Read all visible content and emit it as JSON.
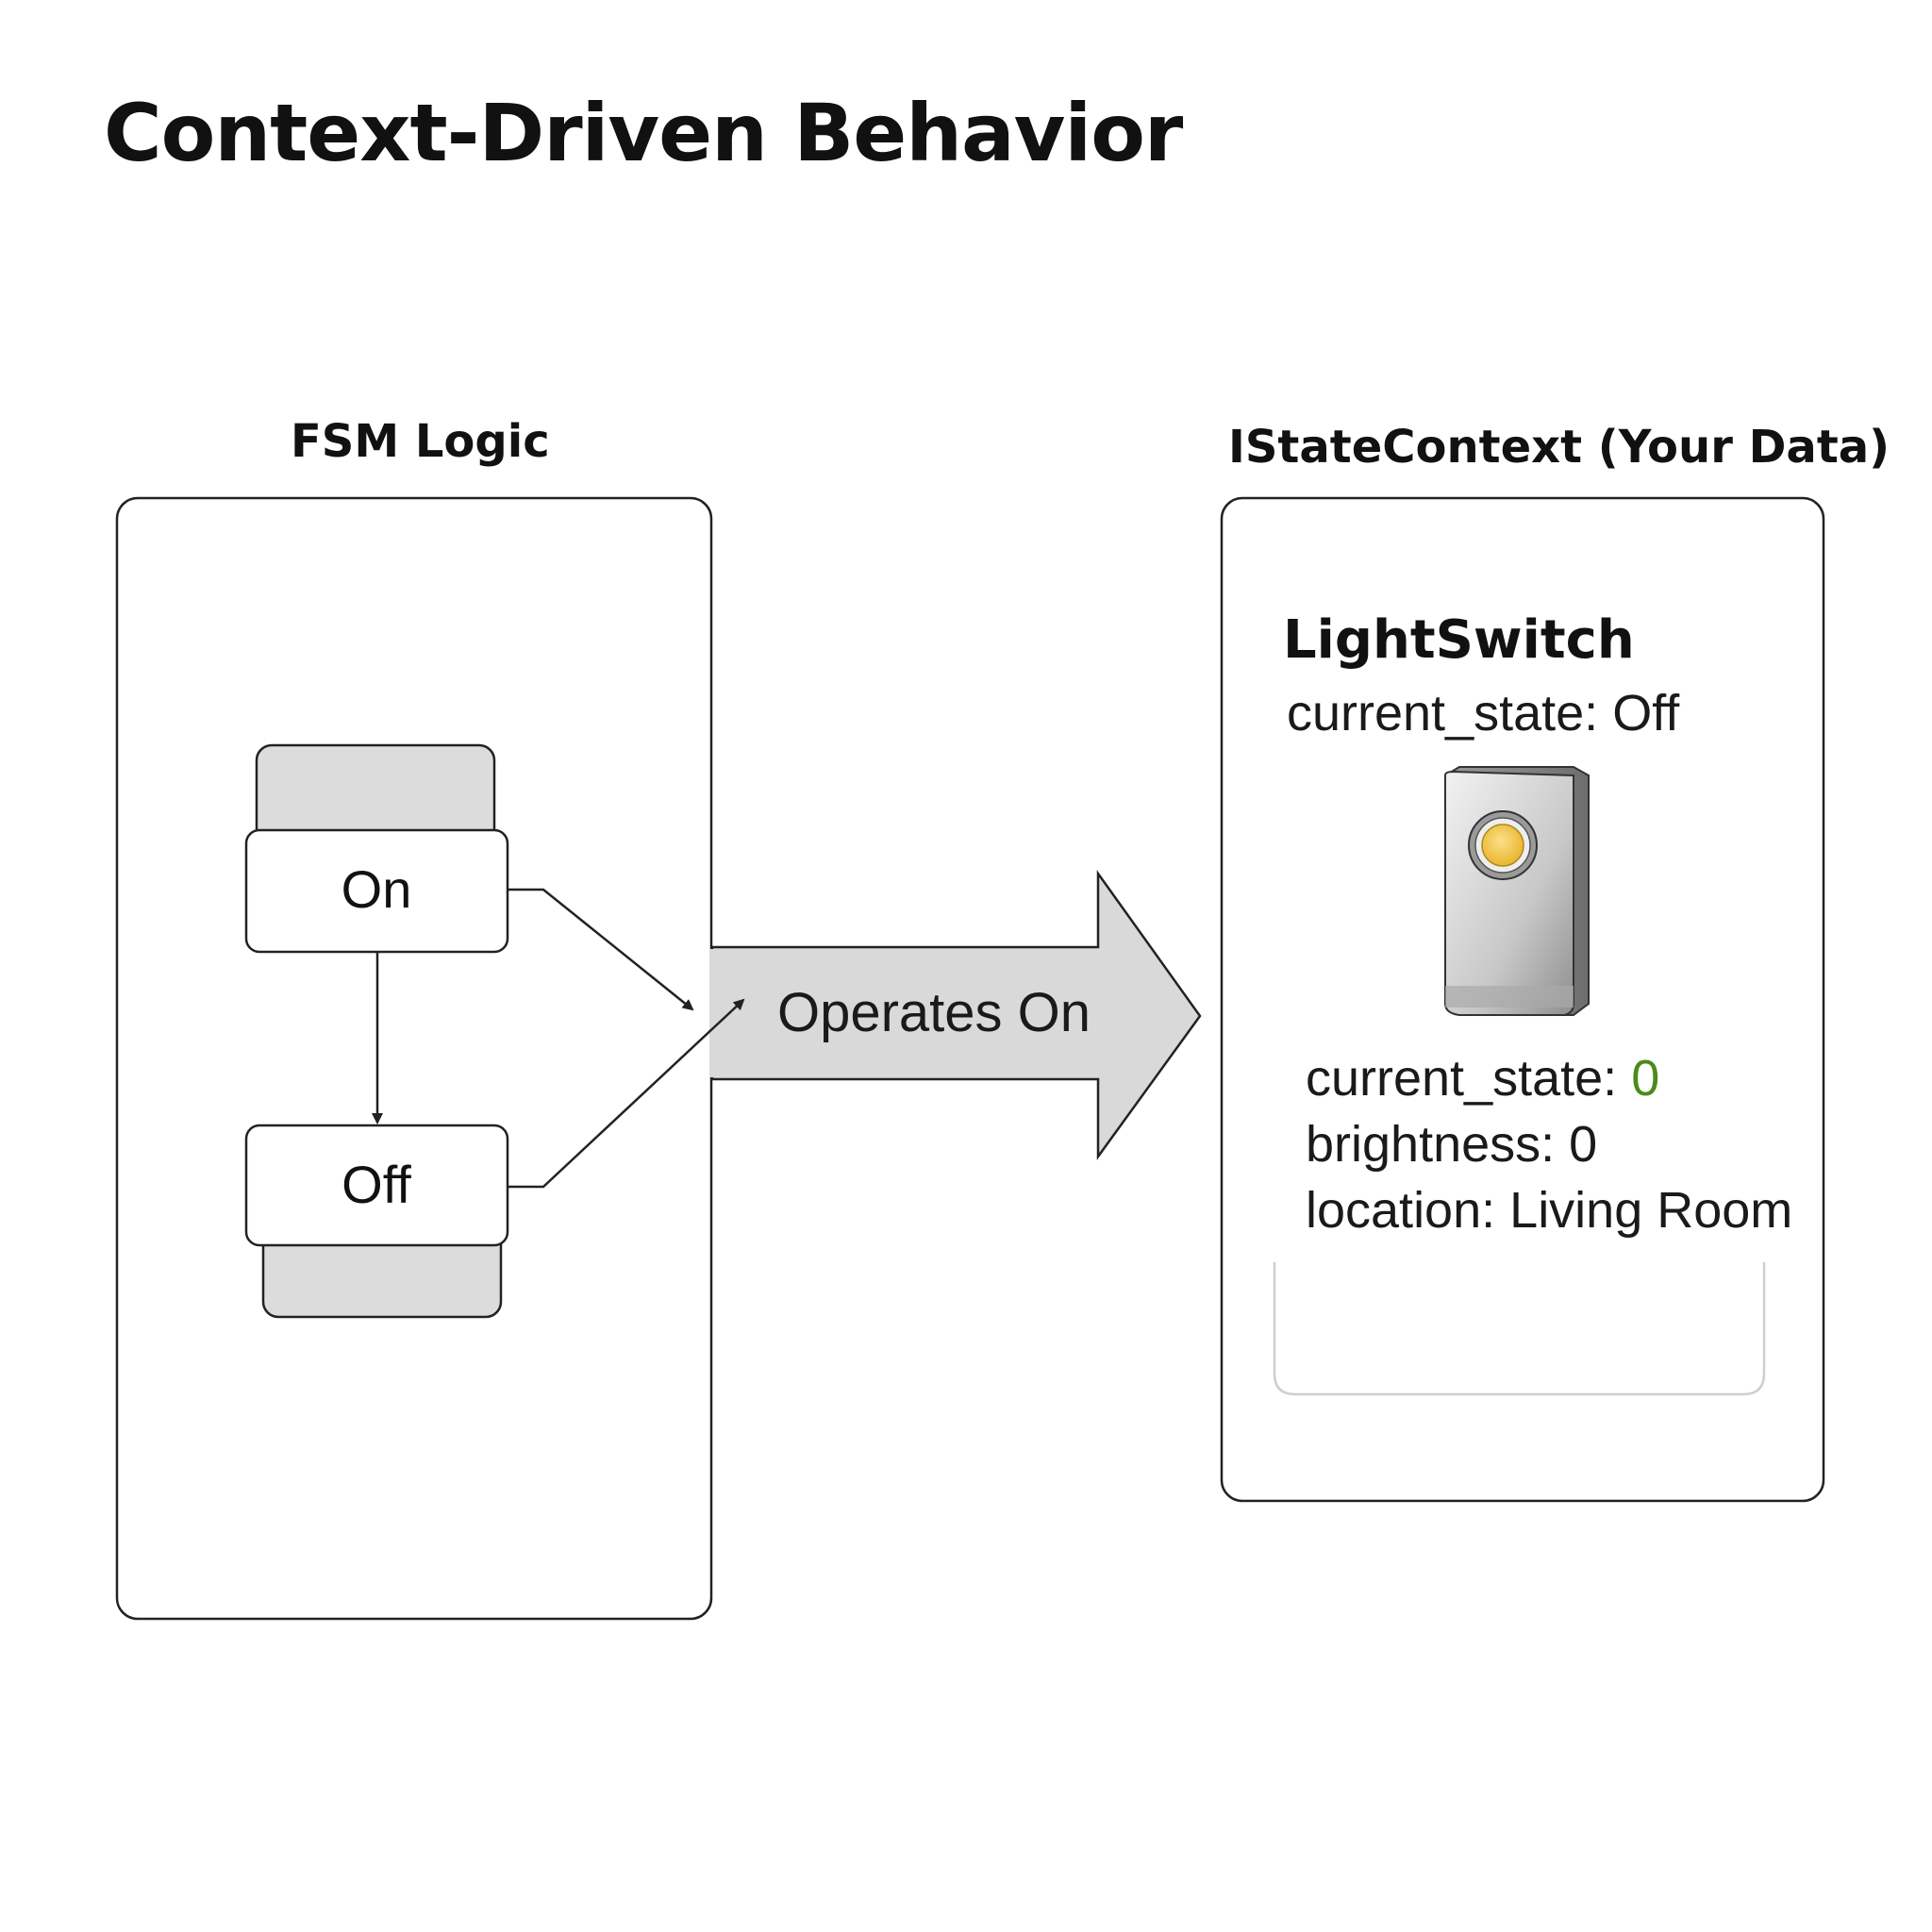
{
  "title": "Context-Driven Behavior",
  "fsm_panel": {
    "heading": "FSM Logic",
    "states": [
      {
        "label": "On"
      },
      {
        "label": "Off"
      }
    ]
  },
  "arrow": {
    "label": "Operates On"
  },
  "context_panel": {
    "heading": "IStateContext (Your Data)",
    "object_name": "LightSwitch",
    "state_label": "current_state:",
    "state_value": "Off",
    "fields": [
      {
        "key": "current_state:",
        "value": "0"
      },
      {
        "key": "brightness:",
        "value": "0"
      },
      {
        "key": "location:",
        "value": "Living Room"
      }
    ],
    "device_icon": "light-switch-icon"
  },
  "colors": {
    "box_fill": "#ffffff",
    "shadow_fill": "#dcdcdc",
    "arrow_fill": "#d9d9d9",
    "stroke": "#222222",
    "highlight_value": "#4b8a1c",
    "lamp": "#f5c842"
  }
}
